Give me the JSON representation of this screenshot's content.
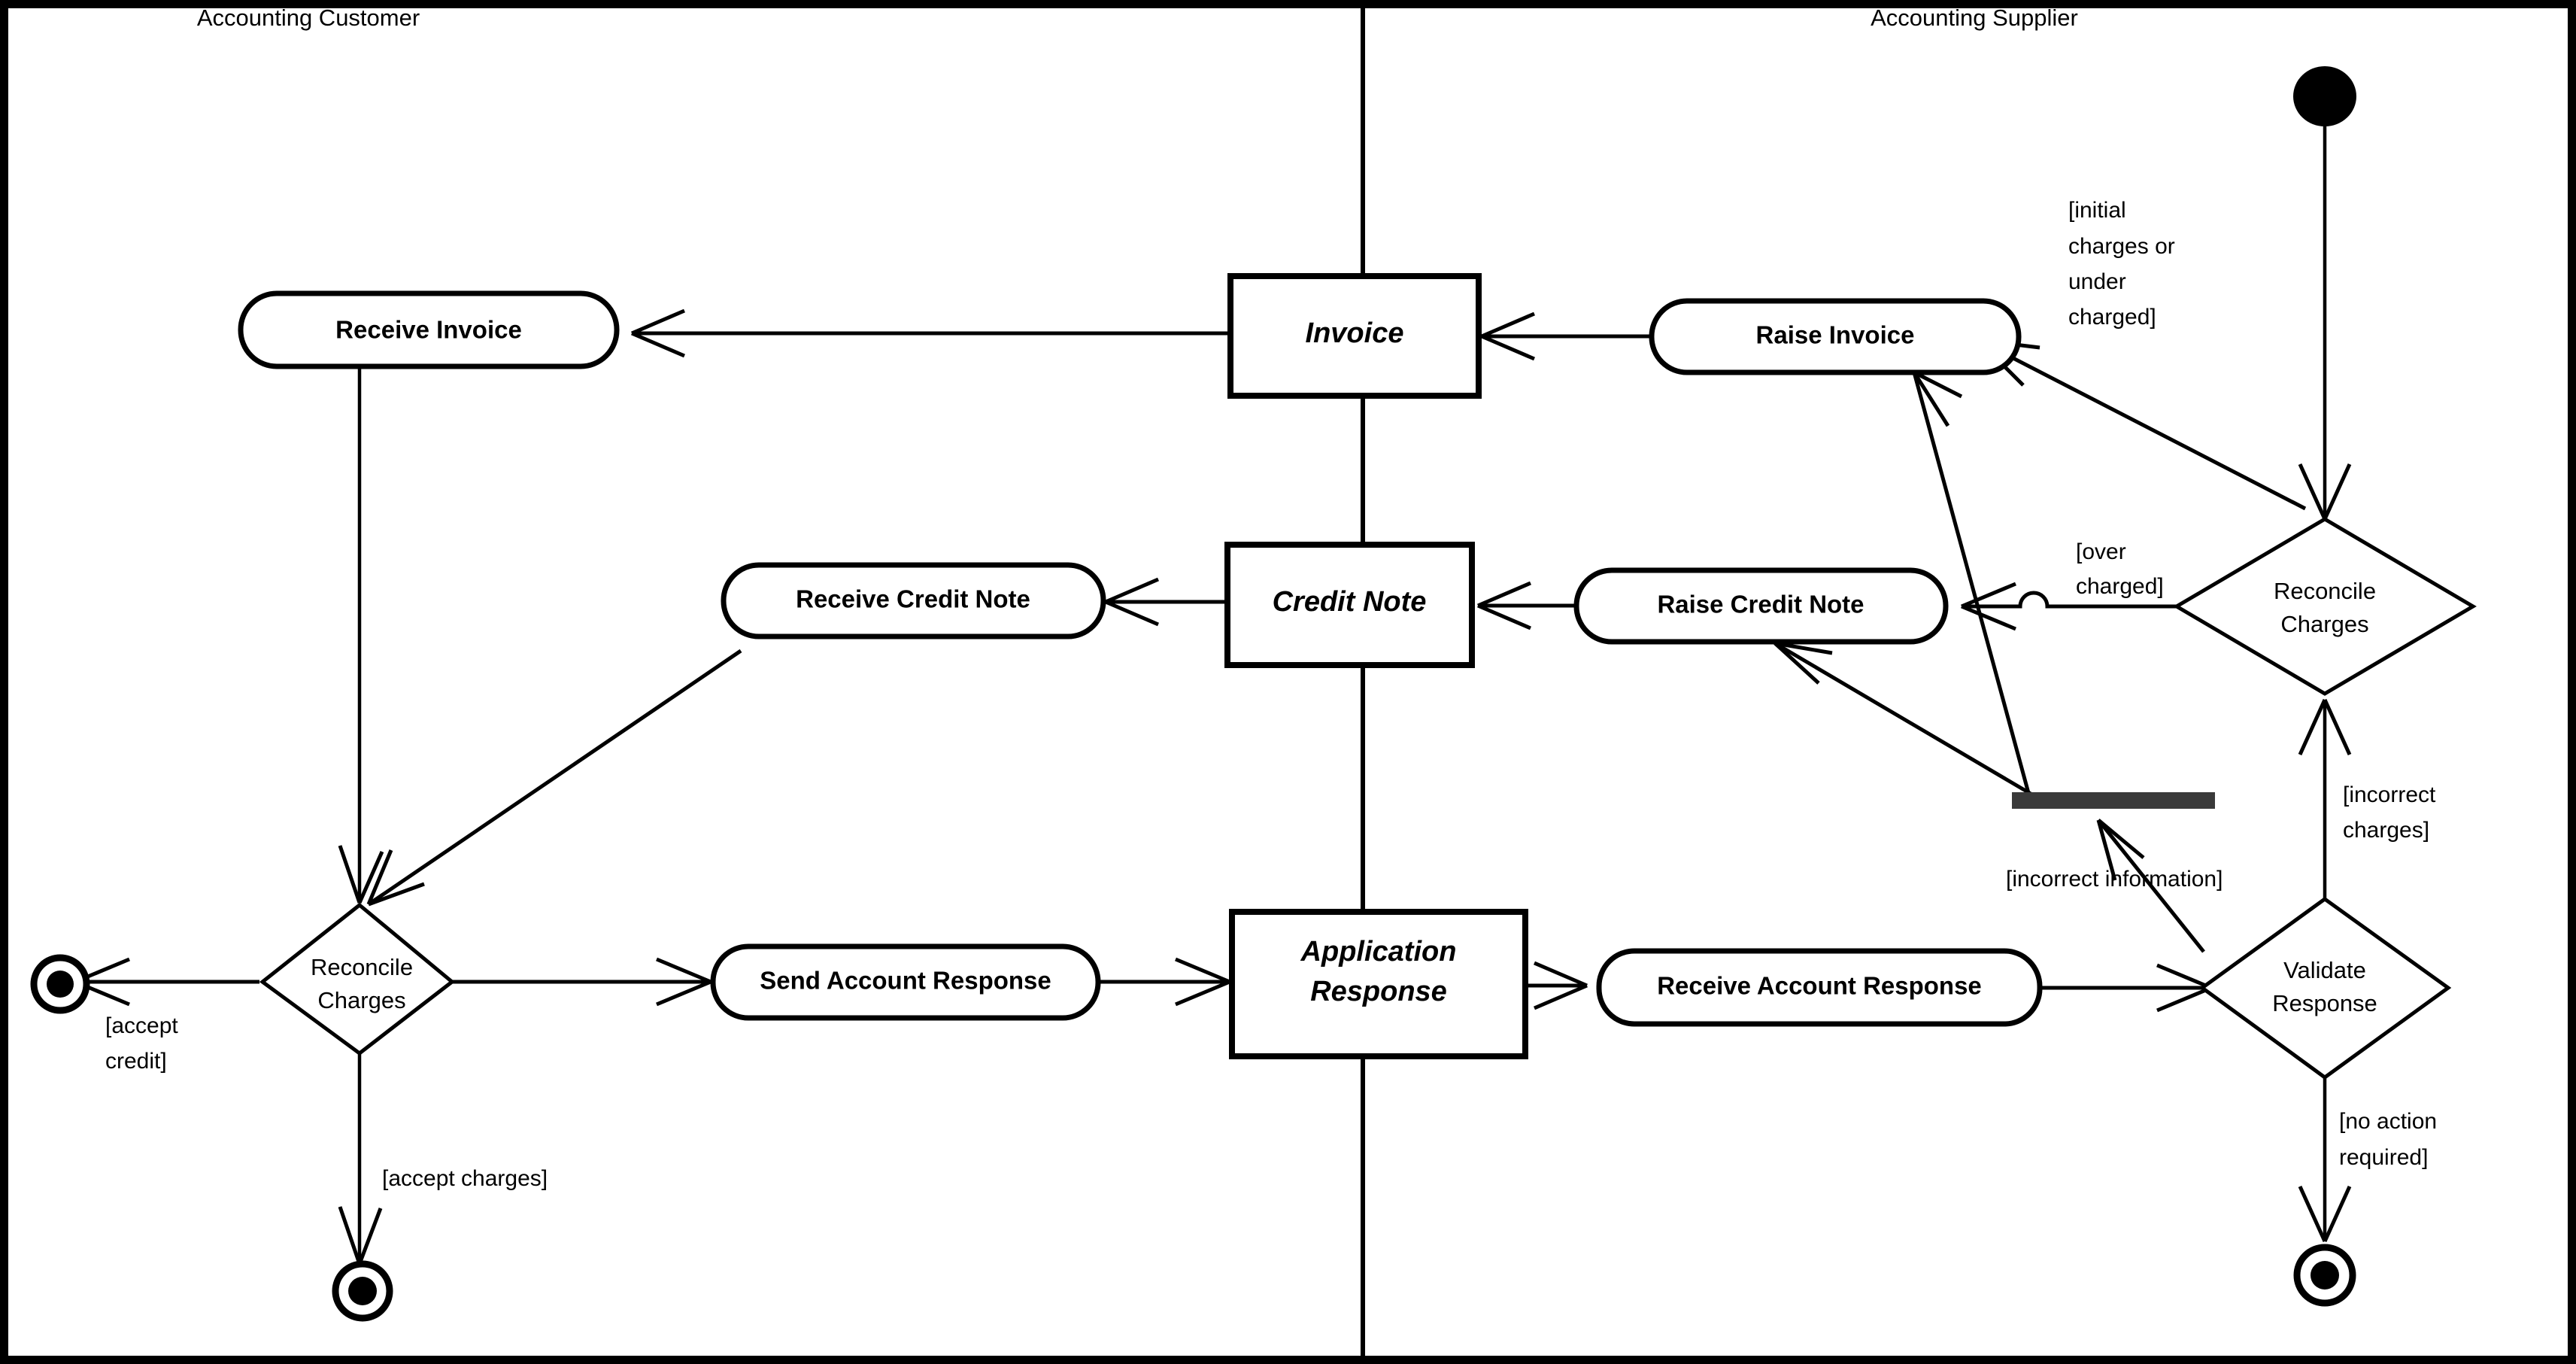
{
  "diagram": {
    "type": "uml-activity-diagram",
    "title_customer": "Accounting Customer",
    "title_supplier": "Accounting Supplier"
  },
  "lanes": [
    {
      "id": "customer",
      "label": "Accounting Customer"
    },
    {
      "id": "supplier",
      "label": "Accounting Supplier"
    }
  ],
  "nodes": {
    "receive_invoice": {
      "label": "Receive Invoice",
      "kind": "action",
      "lane": "customer"
    },
    "receive_credit_note": {
      "label": "Receive Credit Note",
      "kind": "action",
      "lane": "customer"
    },
    "send_account_response": {
      "label": "Send Account Response",
      "kind": "action",
      "lane": "customer"
    },
    "reconcile_charges_customer": {
      "label_line1": "Reconcile",
      "label_line2": "Charges",
      "kind": "decision",
      "lane": "customer"
    },
    "invoice_object": {
      "label": "Invoice",
      "kind": "object"
    },
    "credit_note_object": {
      "label": "Credit Note",
      "kind": "object"
    },
    "application_response_object": {
      "label_line1": "Application",
      "label_line2": "Response",
      "kind": "object"
    },
    "raise_invoice": {
      "label": "Raise Invoice",
      "kind": "action",
      "lane": "supplier"
    },
    "raise_credit_note": {
      "label": "Raise Credit Note",
      "kind": "action",
      "lane": "supplier"
    },
    "receive_account_response": {
      "label": "Receive Account Response",
      "kind": "action",
      "lane": "supplier"
    },
    "reconcile_charges_supplier": {
      "label_line1": "Reconcile",
      "label_line2": "Charges",
      "kind": "decision",
      "lane": "supplier"
    },
    "validate_response": {
      "label_line1": "Validate",
      "label_line2": "Response",
      "kind": "decision",
      "lane": "supplier"
    },
    "merge_bar": {
      "label": "",
      "kind": "join-bar",
      "lane": "supplier"
    },
    "initial_node": {
      "label": "",
      "kind": "initial",
      "lane": "supplier"
    },
    "final_accept_credit": {
      "label": "",
      "kind": "final",
      "lane": "customer"
    },
    "final_accept_charges": {
      "label": "",
      "kind": "final",
      "lane": "customer"
    },
    "final_no_action": {
      "label": "",
      "kind": "final",
      "lane": "supplier"
    }
  },
  "guards": [
    {
      "id": "initial-charges",
      "text_lines": [
        "[initial",
        "charges or",
        "under",
        "charged]"
      ]
    },
    {
      "id": "over-charged",
      "text_lines": [
        "[over",
        "charged]"
      ]
    },
    {
      "id": "incorrect-charges",
      "text_lines": [
        "[incorrect",
        "charges]"
      ]
    },
    {
      "id": "incorrect-information",
      "text_lines": [
        "[incorrect information]"
      ]
    },
    {
      "id": "accept-credit",
      "text_lines": [
        "[accept",
        "credit]"
      ]
    },
    {
      "id": "accept-charges",
      "text_lines": [
        "[accept charges]"
      ]
    },
    {
      "id": "no-action-required",
      "text_lines": [
        "[no action",
        "required]"
      ]
    }
  ],
  "guard_text": {
    "initial_1": "[initial",
    "initial_2": "charges or",
    "initial_3": "under",
    "initial_4": "charged]",
    "over_1": "[over",
    "over_2": "charged]",
    "incorrect_charges_1": "[incorrect",
    "incorrect_charges_2": "charges]",
    "incorrect_information": "[incorrect information]",
    "accept_credit_1": "[accept",
    "accept_credit_2": "credit]",
    "accept_charges": "[accept charges]",
    "no_action_1": "[no action",
    "no_action_2": "required]"
  },
  "colors": {
    "stroke": "#000000",
    "fill": "#ffffff",
    "bar": "#3a3a3a",
    "background": "#ffffff"
  }
}
